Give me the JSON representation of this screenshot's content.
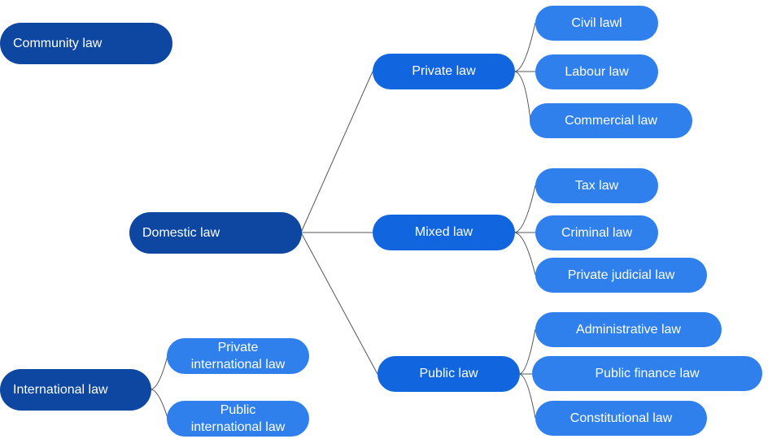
{
  "roots": {
    "community": "Community law",
    "domestic": "Domestic law",
    "international": "International law"
  },
  "domestic_branches": {
    "private": {
      "label": "Private law",
      "children": [
        "Civil lawl",
        "Labour law",
        "Commercial law"
      ]
    },
    "mixed": {
      "label": "Mixed law",
      "children": [
        "Tax law",
        "Criminal law",
        "Private judicial law"
      ]
    },
    "public": {
      "label": "Public law",
      "children": [
        "Administrative law",
        "Public finance law",
        "Constitutional law"
      ]
    }
  },
  "international_branches": {
    "private": "Private\ninternational law",
    "public": "Public\ninternational law"
  },
  "colors": {
    "root": "#0d47a1",
    "branch": "#1166e0",
    "leaf": "#2f80ed",
    "connector": "#555555"
  }
}
